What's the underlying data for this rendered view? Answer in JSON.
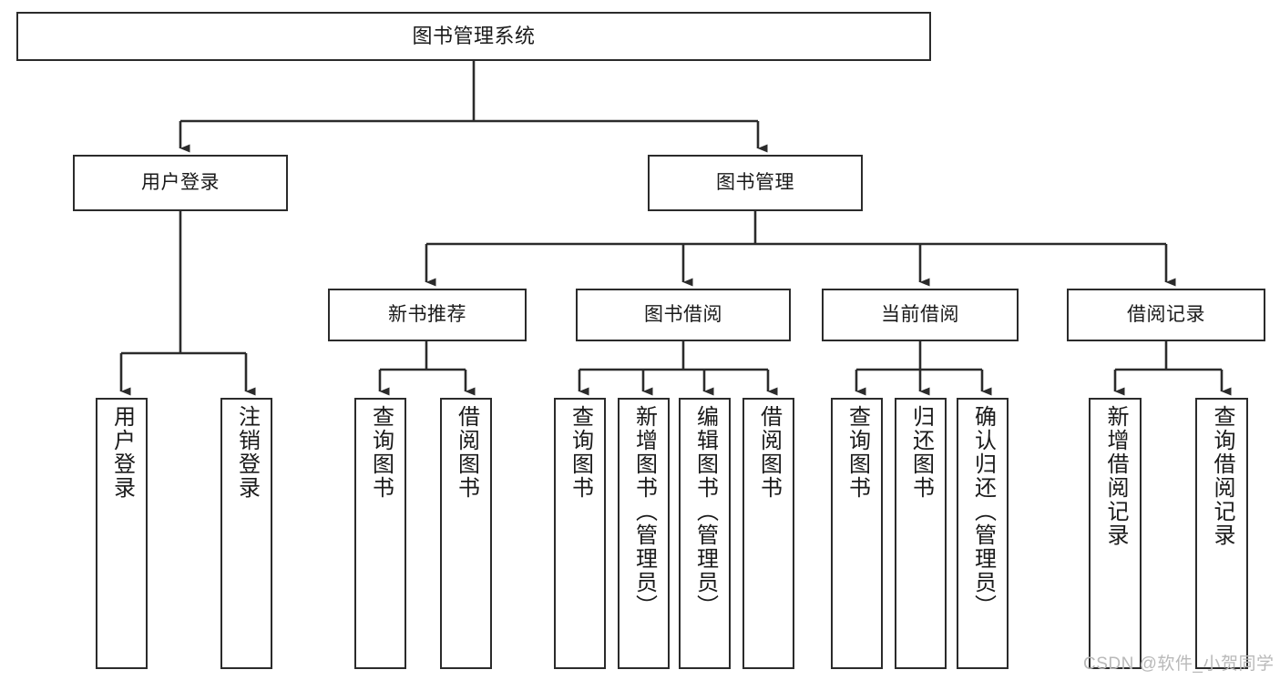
{
  "diagram": {
    "title": "图书管理系统",
    "type": "tree-hierarchy",
    "style": {
      "box_border_color": "#2b2b2b",
      "box_fill_color": "#ffffff",
      "edge_color": "#2b2b2b",
      "text_color": "#1a1a1a",
      "background": "#ffffff",
      "watermark_color": "#b9b9b9"
    },
    "root": {
      "label": "图书管理系统"
    },
    "level2": [
      {
        "label": "用户登录"
      },
      {
        "label": "图书管理"
      }
    ],
    "level3": [
      {
        "label": "新书推荐"
      },
      {
        "label": "图书借阅"
      },
      {
        "label": "当前借阅"
      },
      {
        "label": "借阅记录"
      }
    ],
    "leaves": {
      "user_login": [
        {
          "label": "用户登录"
        },
        {
          "label": "注销登录"
        }
      ],
      "new_book_recommend": [
        {
          "label": "查询图书"
        },
        {
          "label": "借阅图书"
        }
      ],
      "book_borrow": [
        {
          "label": "查询图书"
        },
        {
          "label": "新增图书（管理员）"
        },
        {
          "label": "编辑图书（管理员）"
        },
        {
          "label": "借阅图书"
        }
      ],
      "current_borrow": [
        {
          "label": "查询图书"
        },
        {
          "label": "归还图书"
        },
        {
          "label": "确认归还（管理员）"
        }
      ],
      "borrow_record": [
        {
          "label": "新增借阅记录"
        },
        {
          "label": "查询借阅记录"
        }
      ]
    }
  },
  "watermark": {
    "text": "CSDN @软件_小贺同学"
  }
}
